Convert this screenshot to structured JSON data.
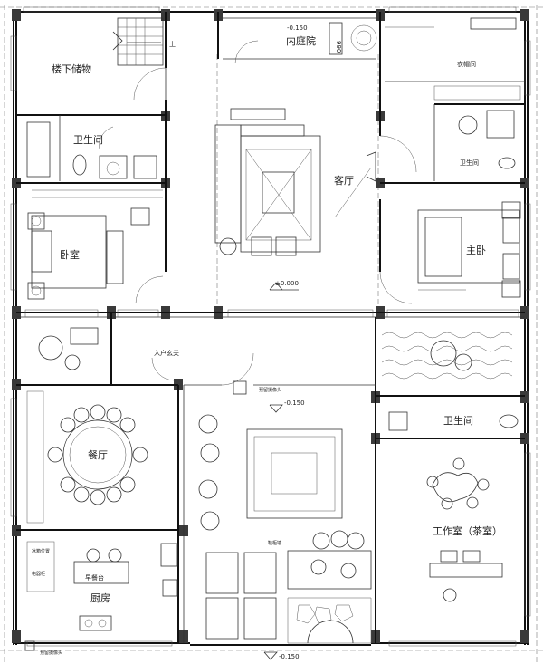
{
  "rooms": {
    "storage": "楼下储物",
    "stair_up": "上",
    "courtyard": "内庭院",
    "bath_left": "卫生间",
    "cloakroom": "衣帽间",
    "bath_master": "卫生间",
    "living": "客厅",
    "bedroom": "卧室",
    "master_bedroom": "主卧",
    "entrance": "入户玄关",
    "dining": "餐厅",
    "bath_right": "卫生间",
    "study": "工作室（茶室）",
    "breakfast": "早餐台",
    "kitchen": "厨房"
  },
  "levels": {
    "courtyard_level": "-0.150",
    "ground_level": "±0.000",
    "entry_level": "-0.150",
    "bottom_level": "-0.150"
  },
  "dimension_990": "990",
  "tags": {
    "camera_top": "预留摄像头",
    "camera_bottom": "预留摄像头",
    "shoe_cabinet": "鞋柜墙",
    "kitchen_app_1": "冰箱位置",
    "kitchen_app_2": "电器柜"
  }
}
